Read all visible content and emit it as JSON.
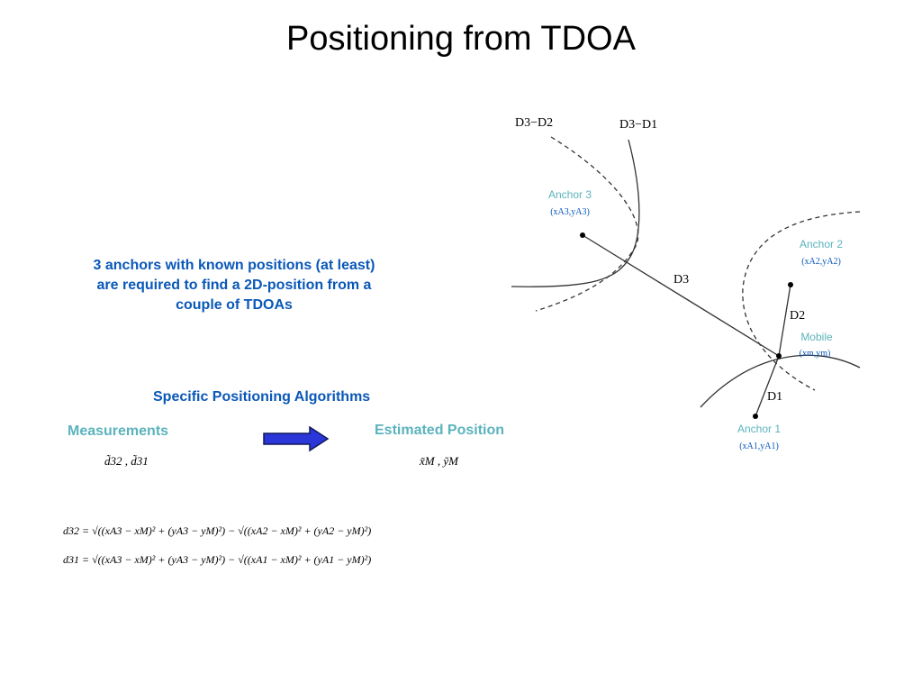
{
  "slide": {
    "title": "Positioning from TDOA",
    "note": "3 anchors with known positions (at least) are required to find a 2D-position from a couple of TDOAs",
    "algorithms_label": "Specific Positioning Algorithms",
    "measurements_label": "Measurements",
    "estimated_label": "Estimated Position",
    "measurement_values": "d̃32 , d̃31",
    "estimate_values": "x̃M , ỹM",
    "equation_1": "d32 = √((xA3 − xM)² + (yA3 − yM)²) − √((xA2 − xM)² + (yA2 − yM)²)",
    "equation_2": "d31 = √((xA3 − xM)² + (yA3 − yM)²) − √((xA1 − xM)² + (yA1 − yM)²)"
  },
  "diagram": {
    "hyperbola_labels": {
      "d3_d2": "D3−D2",
      "d3_d1": "D3−D1"
    },
    "distance_labels": {
      "d1": "D1",
      "d2": "D2",
      "d3": "D3"
    },
    "anchor3": {
      "name": "Anchor 3",
      "coord": "(xA3,yA3)"
    },
    "anchor2": {
      "name": "Anchor 2",
      "coord": "(xA2,yA2)"
    },
    "anchor1": {
      "name": "Anchor 1",
      "coord": "(xA1,yA1)"
    },
    "mobile": {
      "name": "Mobile",
      "coord": "(xm,ym)"
    },
    "colors": {
      "accent_blue": "#0a58b8",
      "teal": "#5bb3bd",
      "arrow_fill": "#2a36d8"
    }
  }
}
